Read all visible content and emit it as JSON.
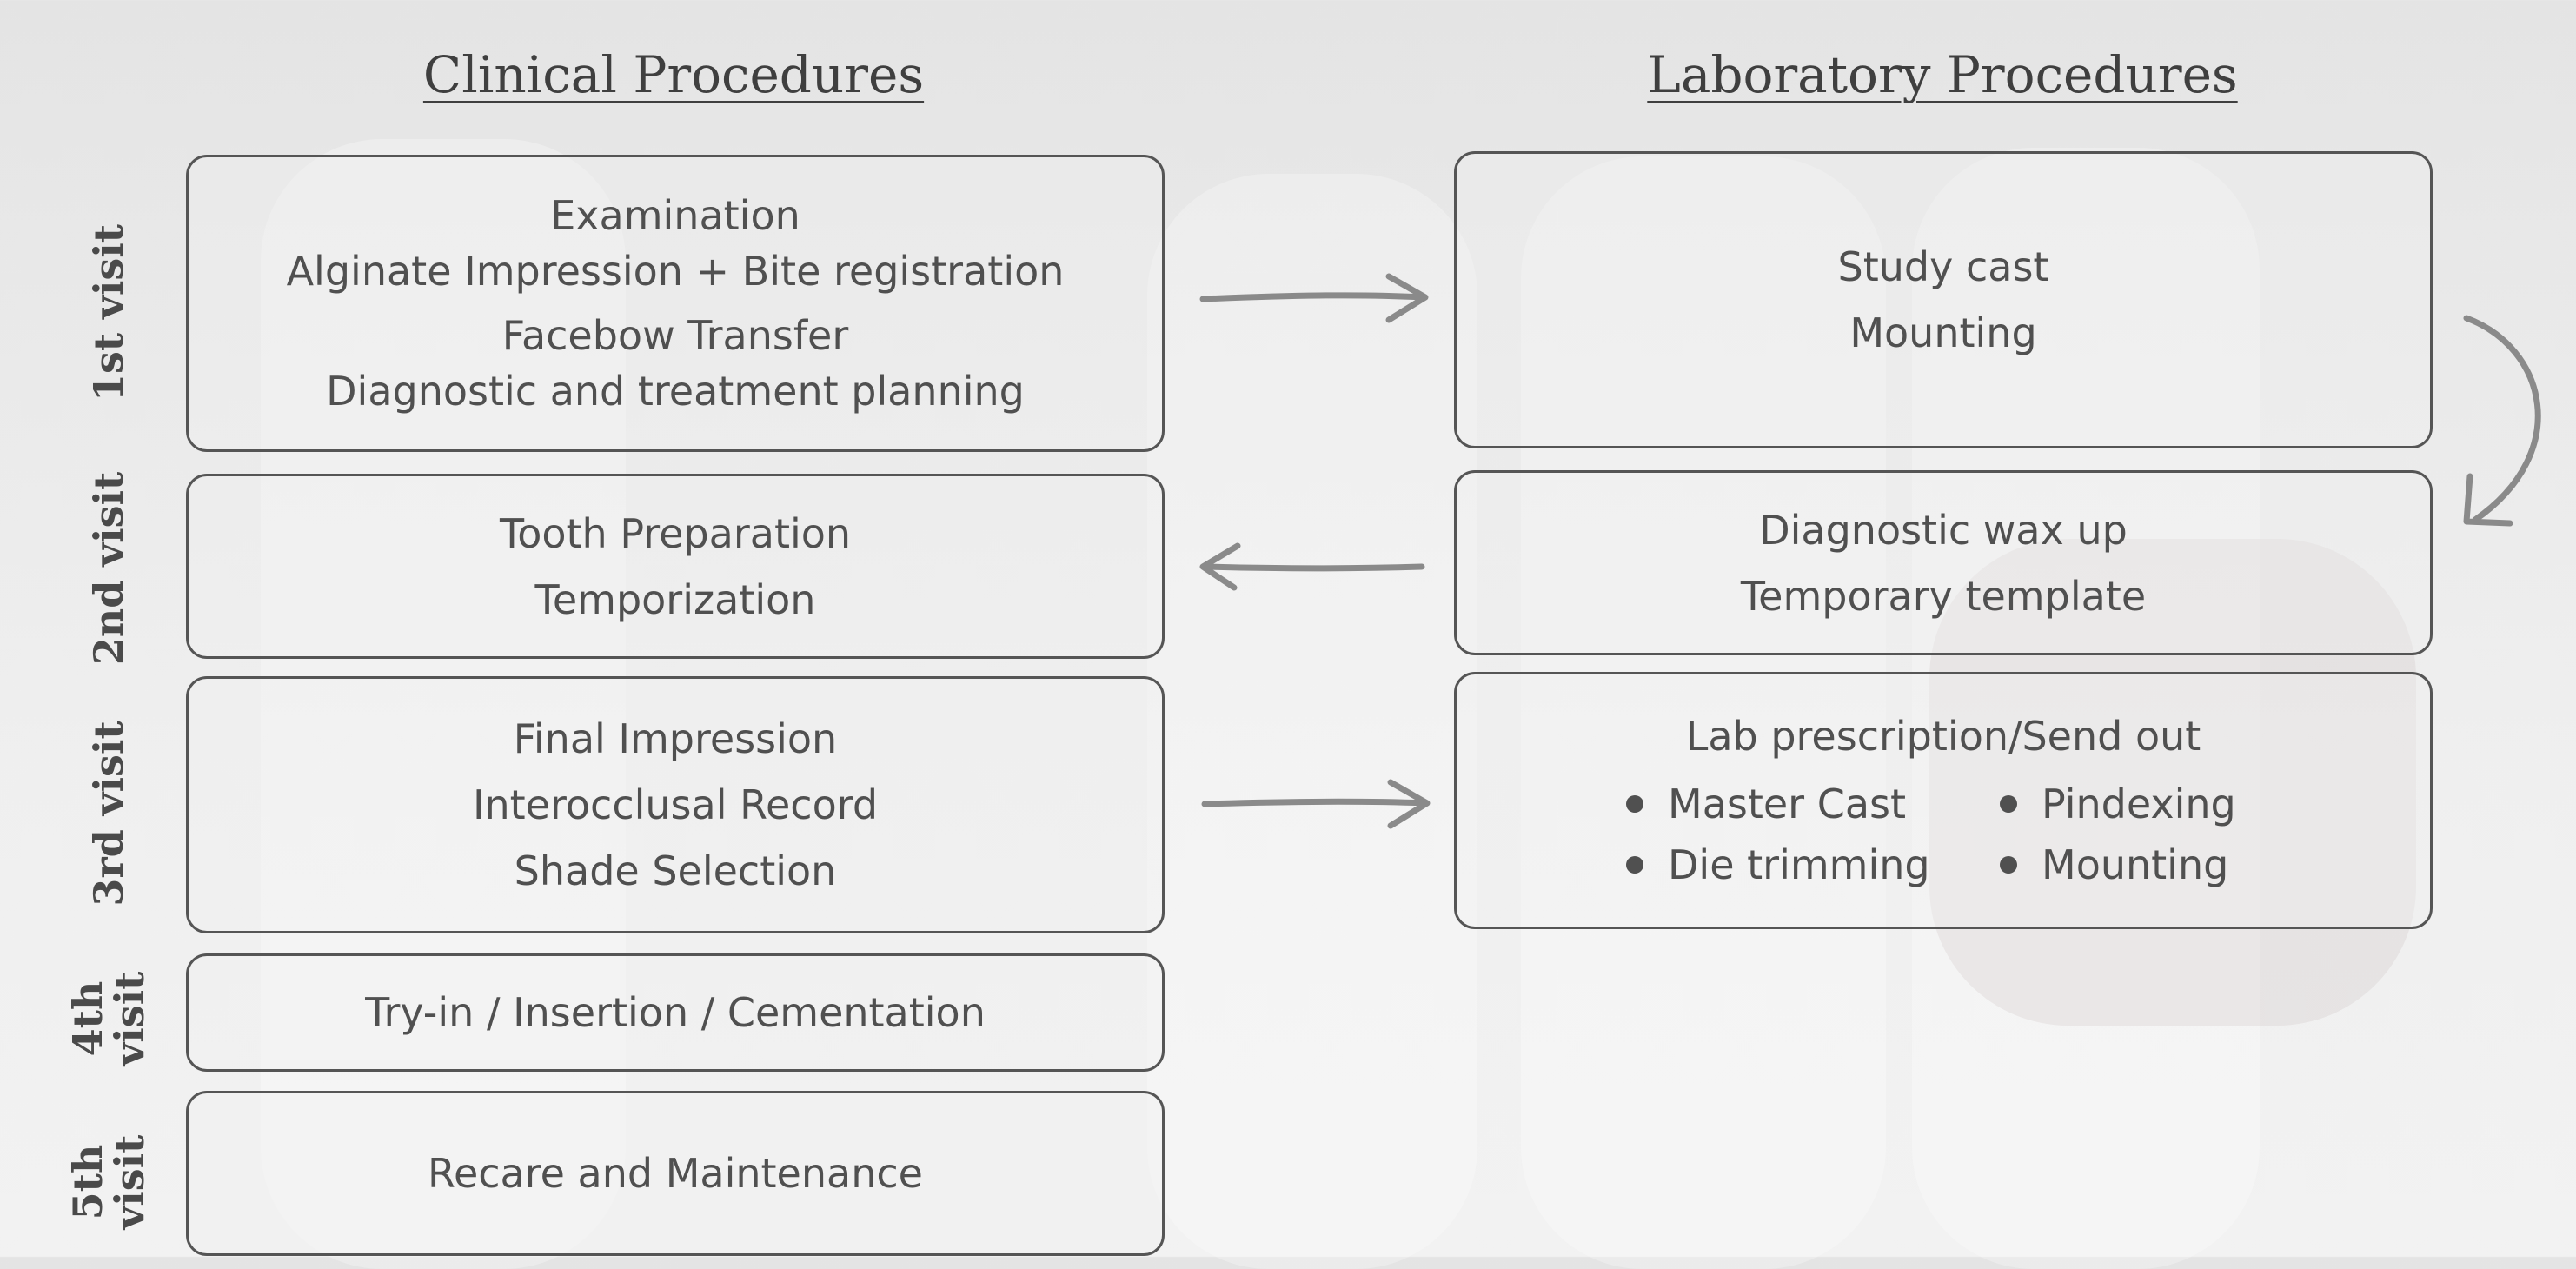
{
  "headings": {
    "clinical": "Clinical Procedures",
    "laboratory": "Laboratory Procedures"
  },
  "visits": [
    "1st visit",
    "2nd visit",
    "3rd visit",
    "4th\nvisit",
    "5th\nvisit"
  ],
  "clinical_boxes": [
    {
      "lines": [
        "Examination",
        "Alginate Impression + Bite registration",
        "Facebow Transfer",
        "Diagnostic and treatment planning"
      ]
    },
    {
      "lines": [
        "Tooth Preparation",
        "Temporization"
      ]
    },
    {
      "lines": [
        "Final Impression",
        "Interocclusal Record",
        "Shade Selection"
      ]
    },
    {
      "lines": [
        "Try-in / Insertion / Cementation"
      ]
    },
    {
      "lines": [
        "Recare and Maintenance"
      ]
    }
  ],
  "lab_boxes": [
    {
      "lines": [
        "Study cast",
        "Mounting"
      ]
    },
    {
      "lines": [
        "Diagnostic wax up",
        "Temporary template"
      ]
    },
    {
      "title": "Lab prescription/Send out",
      "bullets": [
        "Master Cast",
        "Pindexing",
        "Die trimming",
        "Mounting"
      ]
    }
  ],
  "colors": {
    "arrow": "#8a8a8a",
    "border": "#555555",
    "text": "#505050"
  }
}
